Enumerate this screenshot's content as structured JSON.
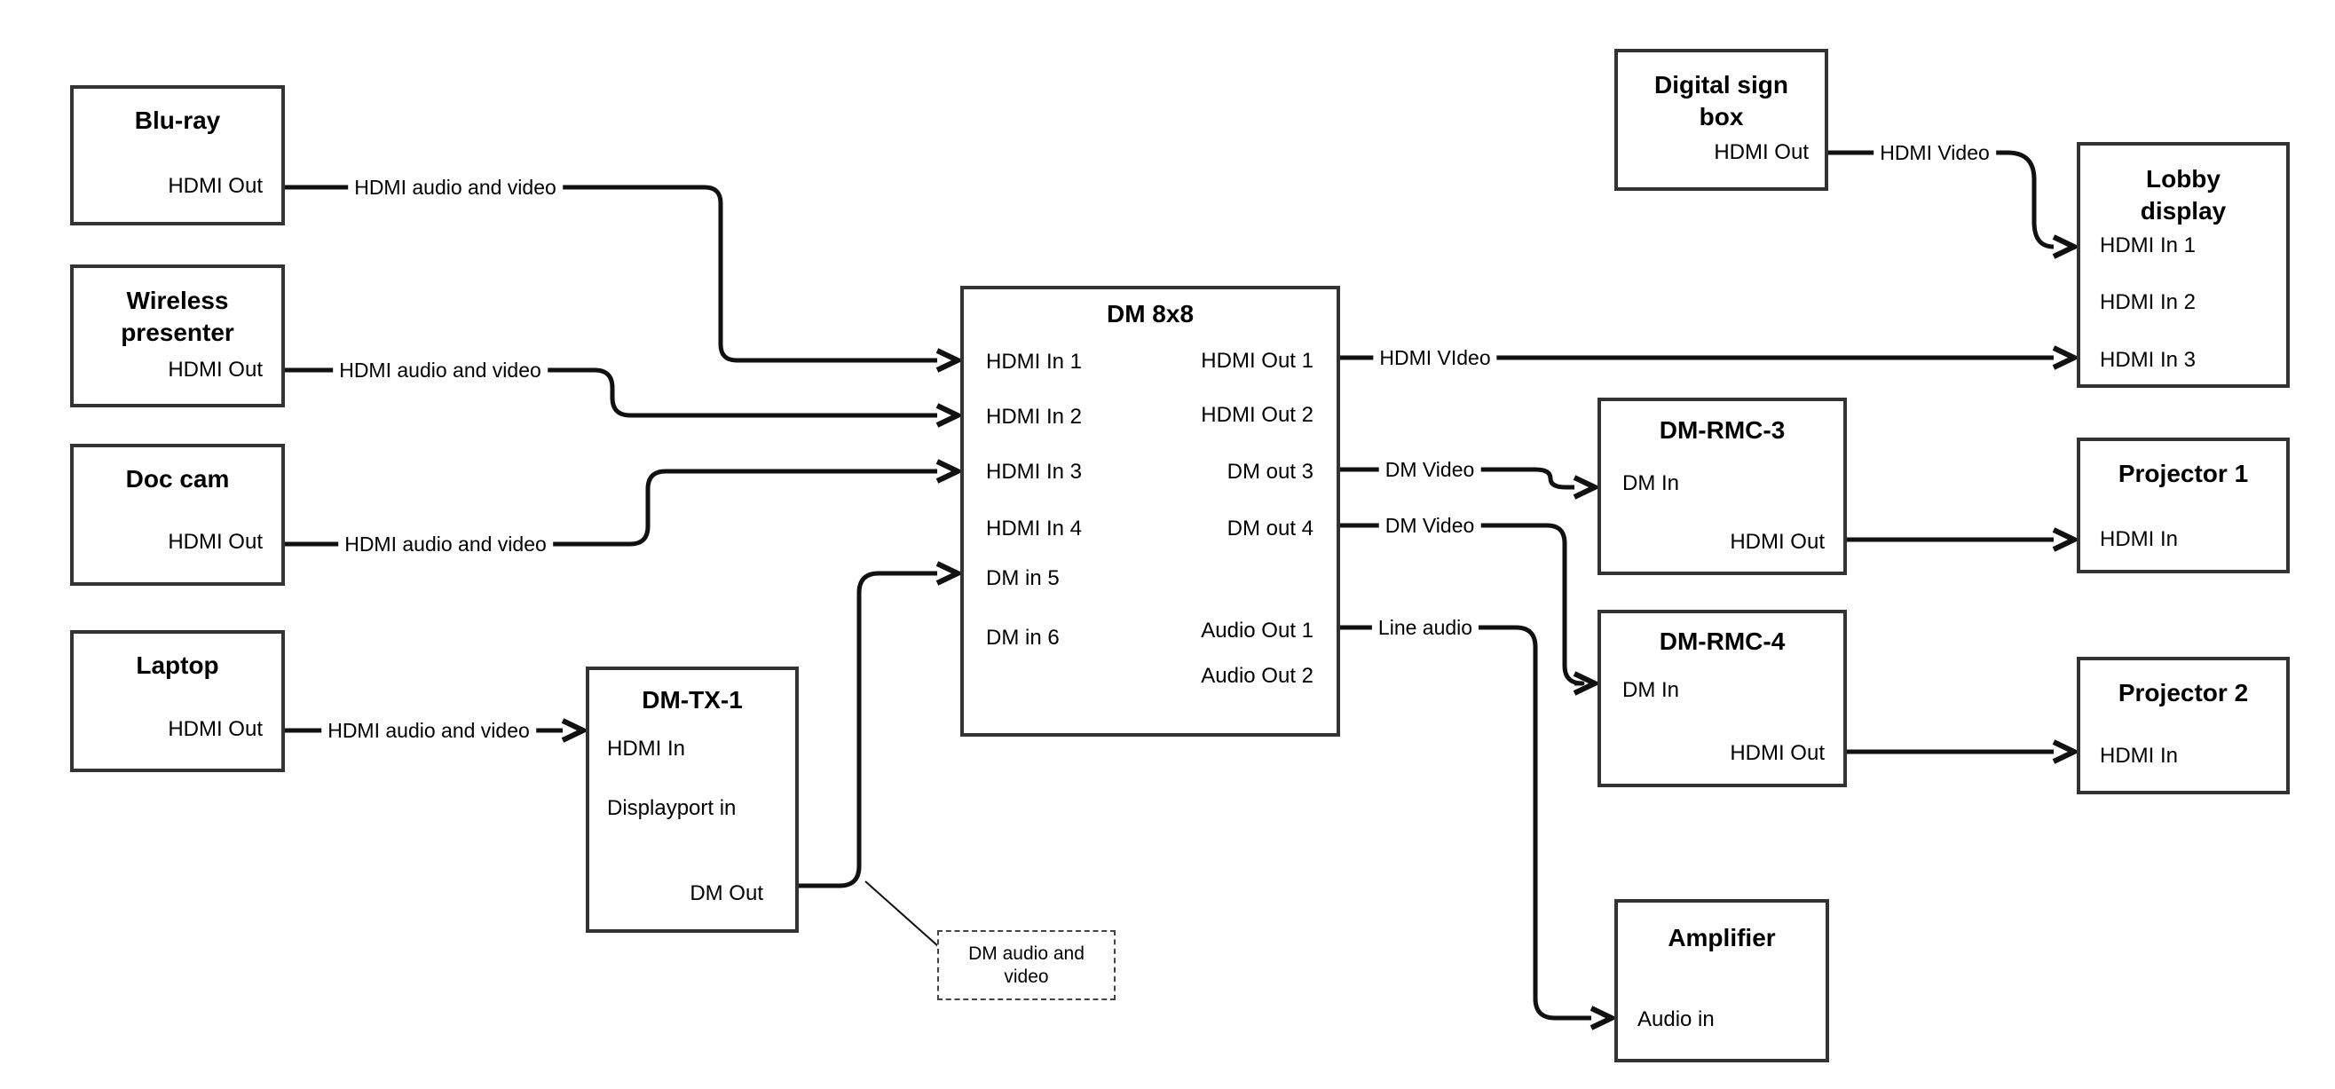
{
  "colors": {
    "background": "#ffffff",
    "box_border": "#333333",
    "wire": "#111111",
    "text": "#000000"
  },
  "boxes": {
    "bluray": {
      "title": "Blu-ray",
      "ports": {
        "hdmi_out": "HDMI Out"
      }
    },
    "wireless_presenter": {
      "title": "Wireless\npresenter",
      "ports": {
        "hdmi_out": "HDMI Out"
      }
    },
    "doc_cam": {
      "title": "Doc cam",
      "ports": {
        "hdmi_out": "HDMI Out"
      }
    },
    "laptop": {
      "title": "Laptop",
      "ports": {
        "hdmi_out": "HDMI Out"
      }
    },
    "dm_tx_1": {
      "title": "DM-TX-1",
      "ports": {
        "hdmi_in": "HDMI In",
        "displayport_in": "Displayport in",
        "dm_out": "DM Out"
      }
    },
    "dm_8x8": {
      "title": "DM 8x8",
      "inputs": [
        "HDMI In 1",
        "HDMI In 2",
        "HDMI In 3",
        "HDMI In 4",
        "DM in 5",
        "DM in 6"
      ],
      "outputs": [
        "HDMI Out 1",
        "HDMI Out 2",
        "DM out 3",
        "DM out 4",
        "Audio Out 1",
        "Audio Out 2"
      ]
    },
    "digital_sign_box": {
      "title": "Digital sign\nbox",
      "ports": {
        "hdmi_out": "HDMI Out"
      }
    },
    "lobby_display": {
      "title": "Lobby\ndisplay",
      "ports": {
        "hdmi_in_1": "HDMI In 1",
        "hdmi_in_2": "HDMI In 2",
        "hdmi_in_3": "HDMI In 3"
      }
    },
    "dm_rmc_3": {
      "title": "DM-RMC-3",
      "ports": {
        "dm_in": "DM In",
        "hdmi_out": "HDMI Out"
      }
    },
    "projector_1": {
      "title": "Projector 1",
      "ports": {
        "hdmi_in": "HDMI In"
      }
    },
    "dm_rmc_4": {
      "title": "DM-RMC-4",
      "ports": {
        "dm_in": "DM In",
        "hdmi_out": "HDMI Out"
      }
    },
    "projector_2": {
      "title": "Projector 2",
      "ports": {
        "hdmi_in": "HDMI In"
      }
    },
    "amplifier": {
      "title": "Amplifier",
      "ports": {
        "audio_in": "Audio in"
      }
    }
  },
  "wire_labels": {
    "bluray_to_dm8x8": "HDMI audio and video",
    "wireless_to_dm8x8": "HDMI audio and video",
    "doccam_to_dm8x8": "HDMI audio and video",
    "laptop_to_dmtx1": "HDMI audio and video",
    "dm8x8_out1_to_lobby": "HDMI VIdeo",
    "dm8x8_out3_to_rmc3": "DM Video",
    "dm8x8_out4_to_rmc4": "DM Video",
    "dm8x8_audio1_to_amp": "Line audio",
    "signbox_to_lobby": "HDMI Video"
  },
  "note": {
    "text": "DM audio and\nvideo"
  }
}
